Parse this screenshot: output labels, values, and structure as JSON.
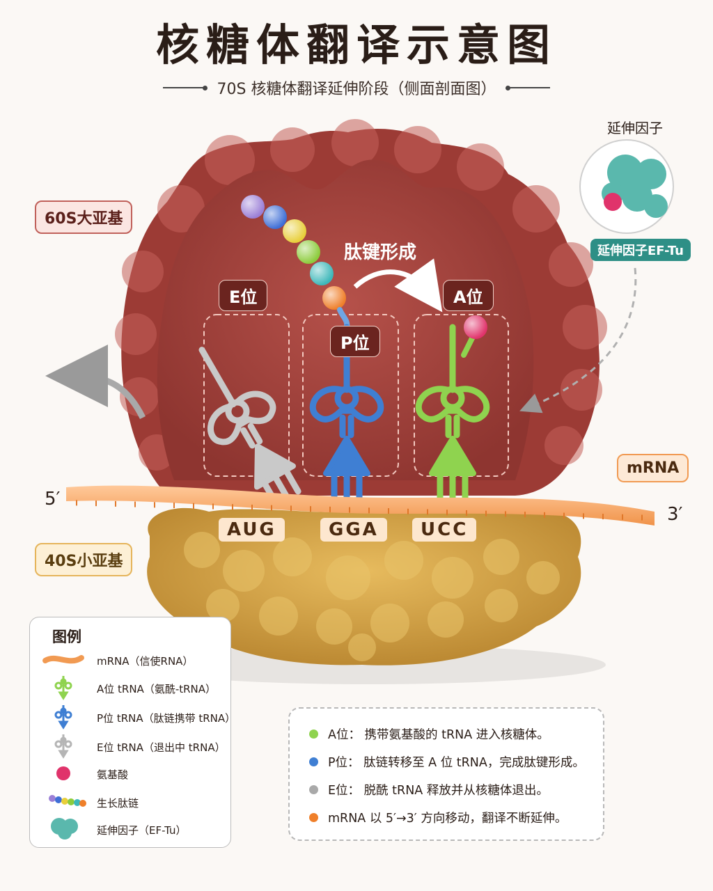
{
  "title": "核糖体翻译示意图",
  "subtitle": "70S 核糖体翻译延伸阶段（侧面剖面图）",
  "labels": {
    "large_subunit": "60S大亚基",
    "small_subunit": "40S小亚基",
    "mrna": "mRNA",
    "five_prime": "5′",
    "three_prime": "3′",
    "e_site": "E位",
    "p_site": "P位",
    "a_site": "A位",
    "peptide_bond": "肽键形成",
    "ef_title": "延伸因子",
    "ef_badge": "延伸因子EF-Tu"
  },
  "codons": [
    "AUG",
    "GGA",
    "UCC"
  ],
  "colors": {
    "a_site": "#8fd34f",
    "p_site": "#3f7fd3",
    "e_site": "#c9c9c9",
    "mrna": "#f19a52",
    "amino_acid": "#e0336b",
    "ef_tu": "#5ab8ad",
    "large_subunit": "#a9433c",
    "small_subunit": "#d9a548"
  },
  "peptide_chain_colors": [
    "#9b7fd6",
    "#3f6fd6",
    "#e8cf3a",
    "#8ccc3c",
    "#3cb7b9",
    "#ef7f2a"
  ],
  "legend": {
    "title": "图例",
    "items": [
      {
        "icon": "mrna-icon",
        "label": "mRNA（信使RNA）"
      },
      {
        "icon": "trna-a-icon",
        "label": "A位 tRNA（氨酰-tRNA）"
      },
      {
        "icon": "trna-p-icon",
        "label": "P位 tRNA（肽链携带 tRNA）"
      },
      {
        "icon": "trna-e-icon",
        "label": "E位 tRNA（退出中 tRNA）"
      },
      {
        "icon": "amino-acid-icon",
        "label": "氨基酸"
      },
      {
        "icon": "peptide-chain-icon",
        "label": "生长肽链"
      },
      {
        "icon": "ef-tu-icon",
        "label": "延伸因子（EF-Tu）"
      }
    ]
  },
  "notes": [
    {
      "color": "#8fd34f",
      "text": "A位： 携带氨基酸的 tRNA 进入核糖体。"
    },
    {
      "color": "#3f7fd3",
      "text": "P位： 肽链转移至 A 位 tRNA，完成肽键形成。"
    },
    {
      "color": "#a9a9a9",
      "text": "E位： 脱酰 tRNA 释放并从核糖体退出。"
    },
    {
      "color": "#ef7f2a",
      "text": "mRNA 以 5′→3′ 方向移动，翻译不断延伸。"
    }
  ]
}
